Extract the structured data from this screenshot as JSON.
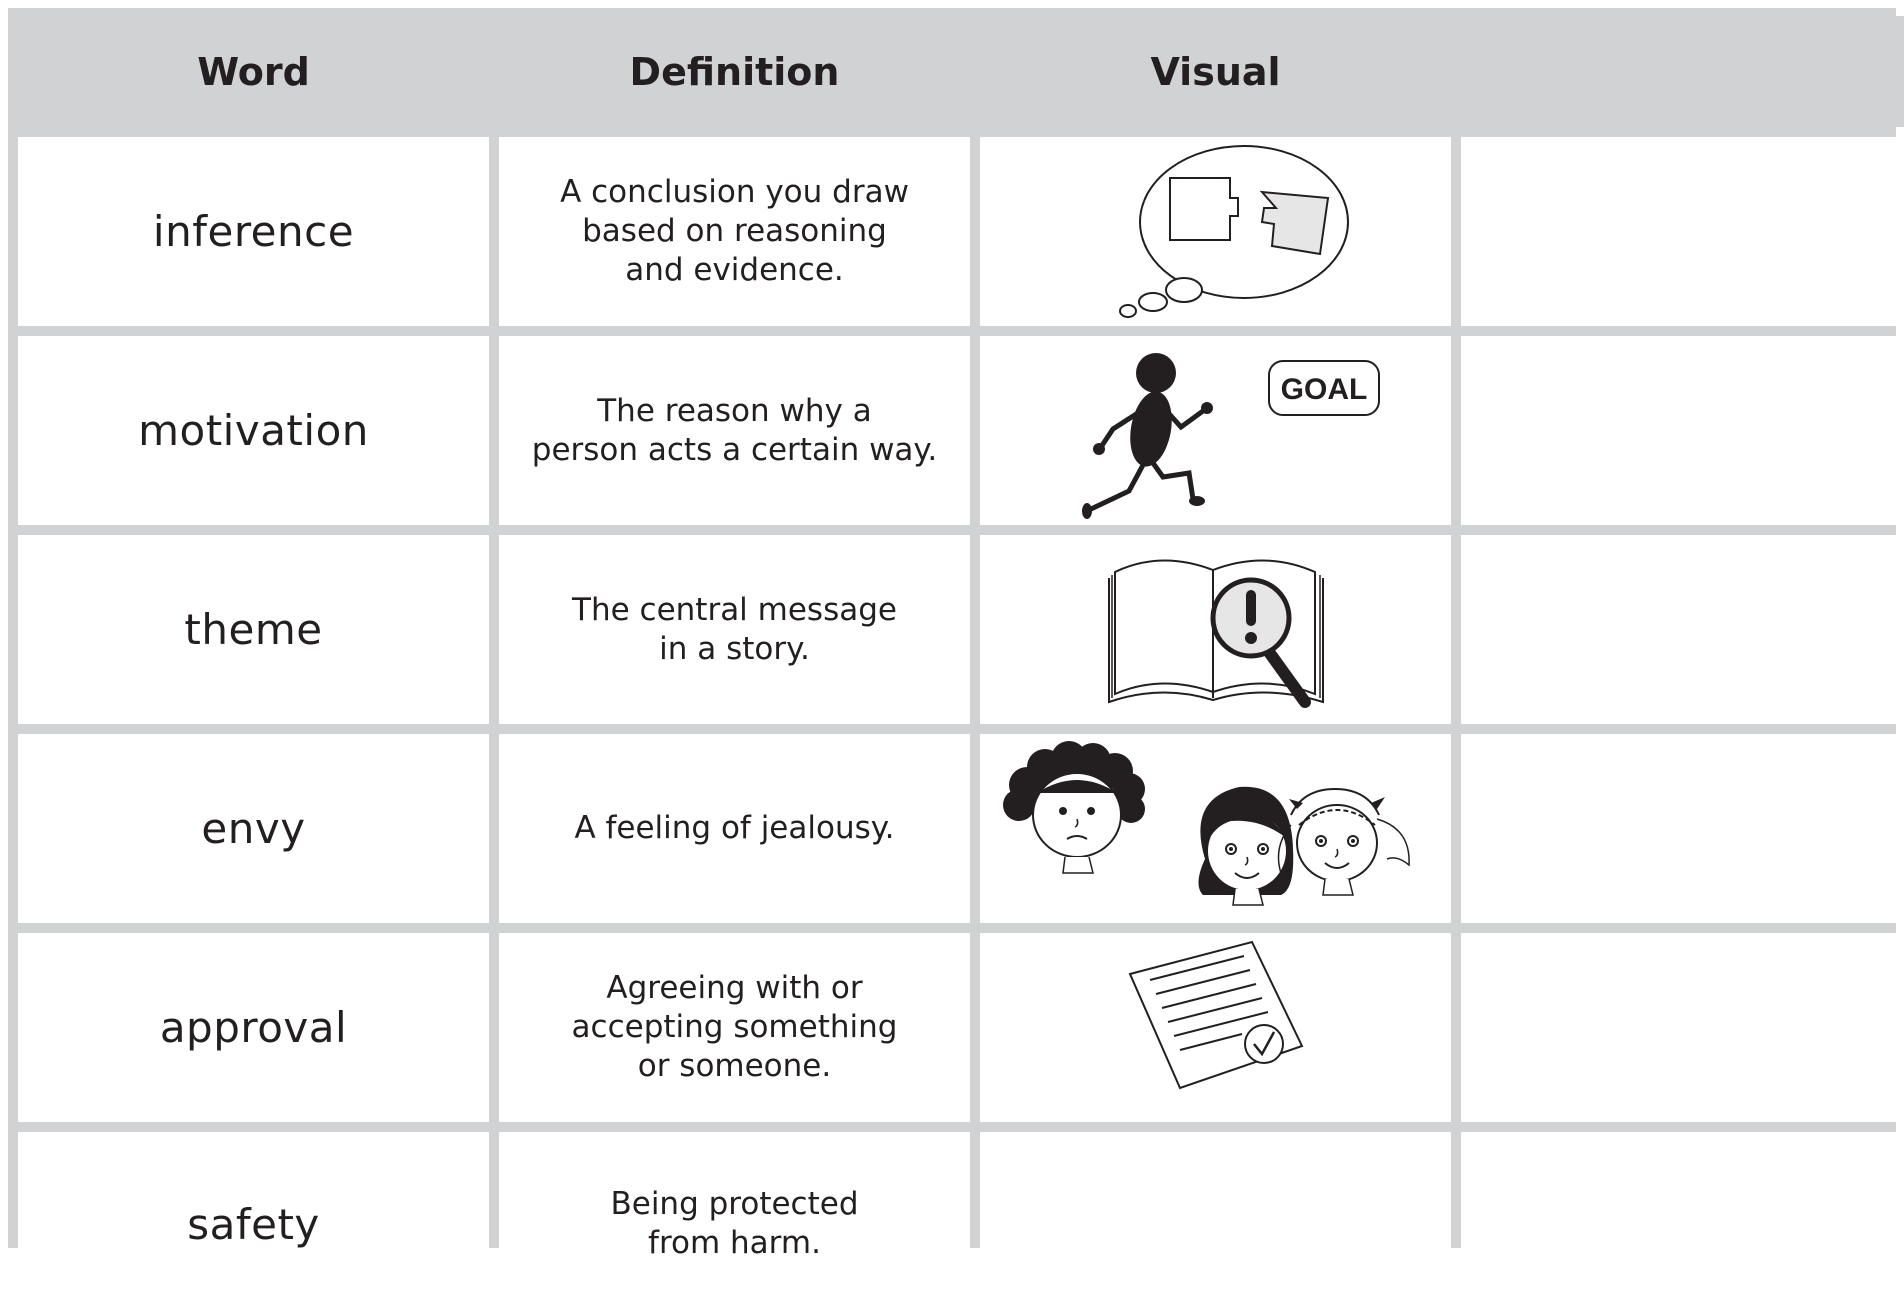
{
  "headers": [
    "Word",
    "Definition",
    "Visual",
    ""
  ],
  "rows": [
    {
      "word": "inference",
      "definition": "A conclusion you draw\nbased on reasoning\nand evidence.",
      "visual": "thought-bubble-puzzle-icon"
    },
    {
      "word": "motivation",
      "definition": "The reason why a\nperson acts a certain way.",
      "visual": "running-to-goal-icon",
      "visual_text": "GOAL"
    },
    {
      "word": "theme",
      "definition": "The central message\nin a story.",
      "visual": "book-magnifier-icon"
    },
    {
      "word": "envy",
      "definition": "A feeling of jealousy.",
      "visual": "envious-girl-faces-icon"
    },
    {
      "word": "approval",
      "definition": "Agreeing with or\naccepting something\nor someone.",
      "visual": "approved-document-icon"
    },
    {
      "word": "safety",
      "definition": "Being protected\nfrom harm.",
      "visual": ""
    }
  ]
}
